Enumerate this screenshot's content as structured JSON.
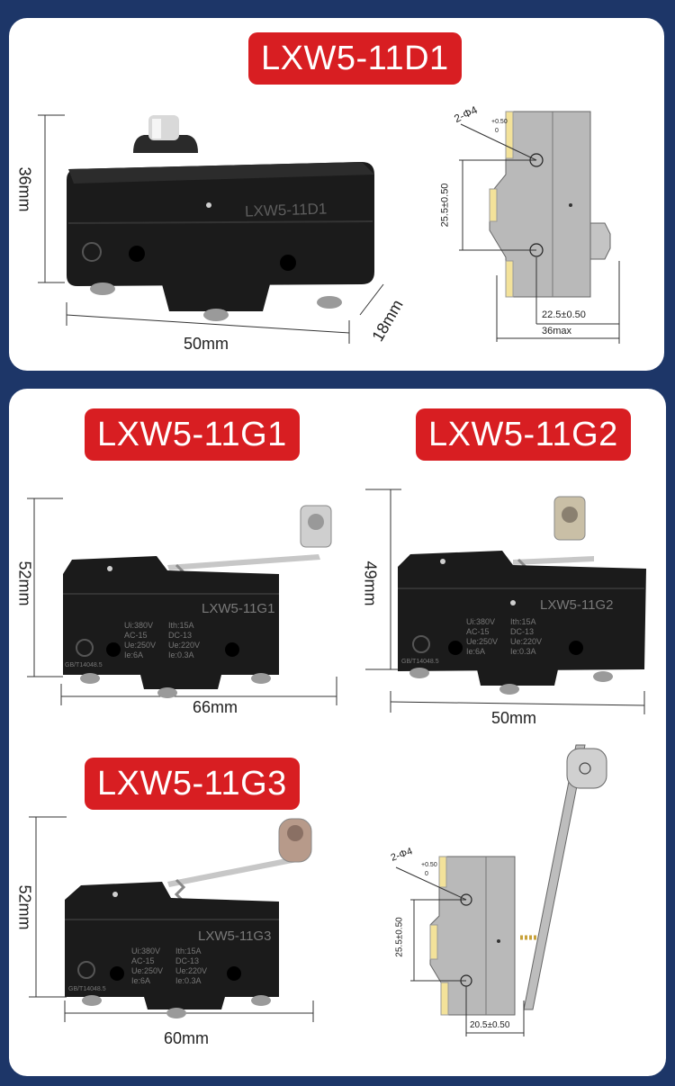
{
  "sections": {
    "d1": {
      "title": "LXW5-11D1",
      "width": "50mm",
      "height": "36mm",
      "depth": "18mm",
      "body_text": "LXW5-11D1"
    },
    "d1_drawing": {
      "hole": "2-Φ4",
      "hole_tol_top": "+0.50",
      "hole_tol_bottom": "0",
      "pitch": "25.5±0.50",
      "offset": "22.5±0.50",
      "max": "36max"
    },
    "g1": {
      "title": "LXW5-11G1",
      "width": "66mm",
      "height": "52mm",
      "body_text": "LXW5-11G1"
    },
    "g2": {
      "title": "LXW5-11G2",
      "width": "50mm",
      "height": "49mm",
      "body_text": "LXW5-11G2"
    },
    "g3": {
      "title": "LXW5-11G3",
      "width": "60mm",
      "height": "52mm",
      "body_text": "LXW5-11G3"
    },
    "g3_drawing": {
      "hole": "2-Φ4",
      "hole_tol_top": "+0.50",
      "hole_tol_bottom": "0",
      "pitch": "25.5±0.50",
      "offset": "20.5±0.50"
    }
  },
  "spec_lines": {
    "left": [
      "Ui:380V",
      "AC-15",
      "Ue:250V",
      "Ie:6A"
    ],
    "right": [
      "Ith:15A",
      "DC-13",
      "Ue:220V",
      "Ie:0.3A"
    ],
    "standard": "GB/T14048.5"
  },
  "colors": {
    "background": "#1d3668",
    "badge": "#d81e22",
    "switch_body": "#1b1b1b",
    "drawing_gray": "#b9b9b9",
    "terminal_yellow": "#f3e29a"
  }
}
